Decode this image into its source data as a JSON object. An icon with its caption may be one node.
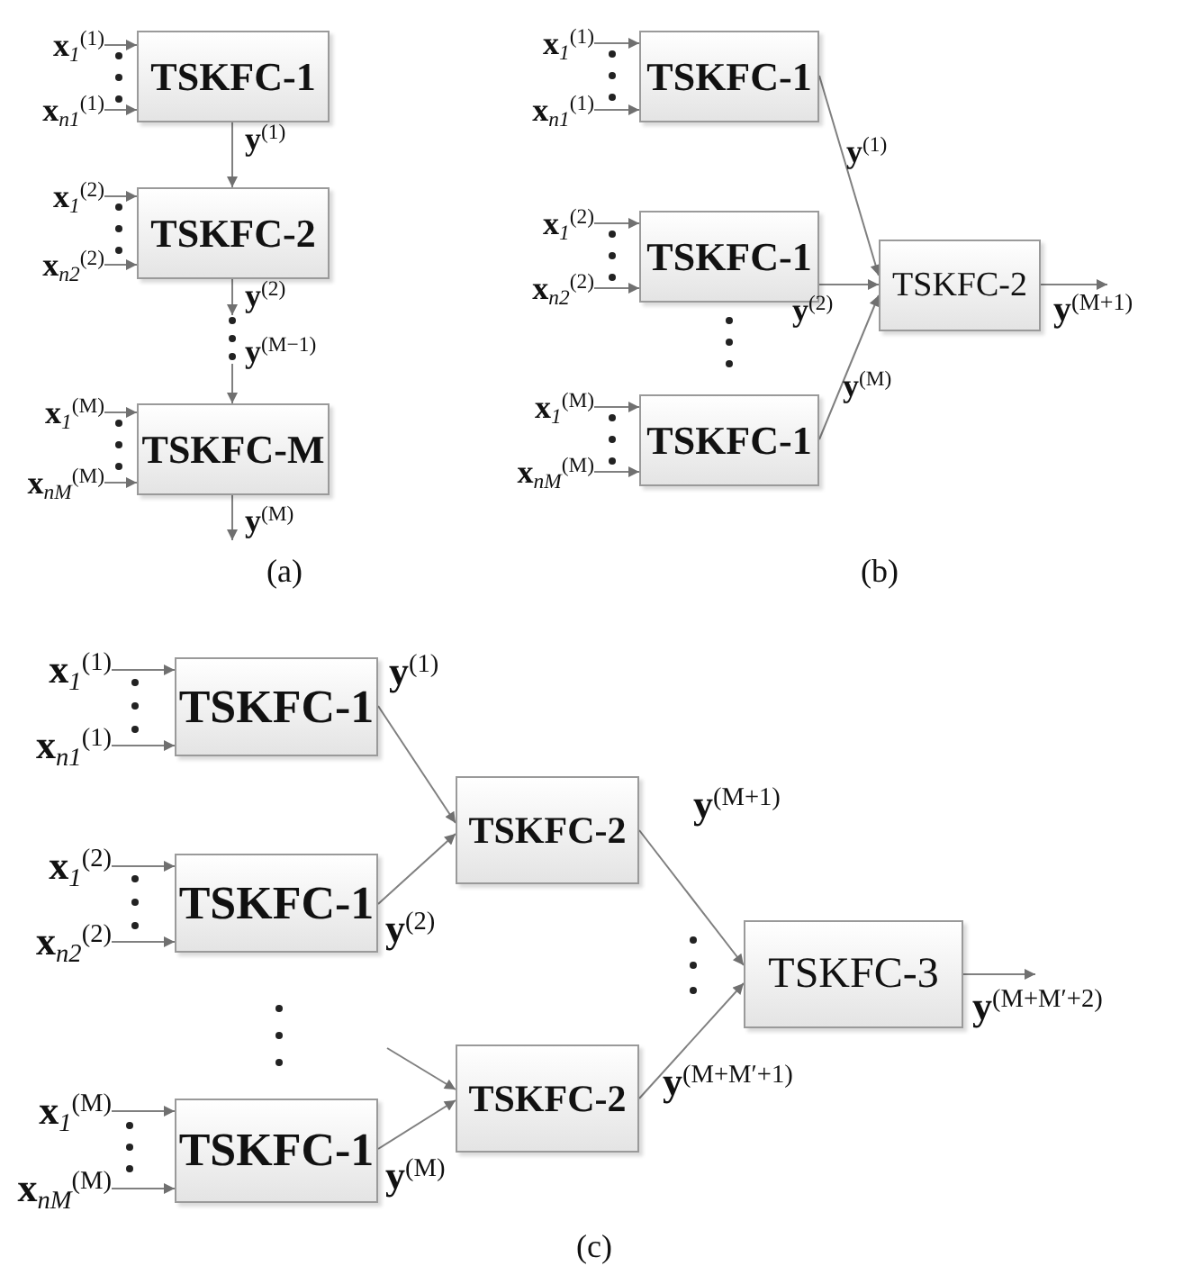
{
  "diagram": {
    "nodes": [
      {
        "text": [
          "**x**$_{1}$$^{(1)}$"
        ]
      },
      {
        "text": [
          "**x**$_{n1}$$^{(1)}$"
        ]
      },
      {
        "text": [
          "TSKFC-1"
        ]
      },
      {
        "text": [
          "**x**$_{1}$$^{(2)}$"
        ]
      },
      {
        "text": [
          "**x**$_{n2}$$^{(2)}$"
        ]
      },
      {
        "text": [
          "TSKFC-2"
        ]
      },
      {
        "text": [
          "**x**$_{1}$$^{(M)}$"
        ]
      },
      {
        "text": [
          "**x**$_{nM}$$^{(M)}$"
        ]
      },
      {
        "text": [
          "TSKFC-M"
        ]
      },
      {
        "text": [
          "**x**$_{1}$$^{(1)}$"
        ]
      },
      {
        "text": [
          "**x**$_{n1}$$^{(1)}$"
        ]
      },
      {
        "text": [
          "TSKFC-1"
        ]
      },
      {
        "text": [
          "**x**$_{1}$$^{(2)}$"
        ]
      },
      {
        "text": [
          "**x**$_{n2}$$^{(2)}$"
        ]
      },
      {
        "text": [
          "TSKFC-1"
        ]
      },
      {
        "text": [
          "**x**$_{1}$$^{(M)}$"
        ]
      },
      {
        "text": [
          "**x**$_{nM}$$^{(M)}$"
        ]
      },
      {
        "text": [
          "TSKFC-1"
        ]
      },
      {
        "text": [
          "TSKFC-2"
        ]
      },
      {
        "text": [
          "**x**$_{1}$$^{(1)}$"
        ]
      },
      {
        "text": [
          "**x**$_{n1}$$^{(1)}$"
        ]
      },
      {
        "text": [
          "TSKFC-1"
        ]
      },
      {
        "text": [
          "**x**$_{1}$$^{(2)}$"
        ]
      },
      {
        "text": [
          "**x**$_{n2}$$^{(2)}$"
        ]
      },
      {
        "text": [
          "TSKFC-1"
        ]
      },
      {
        "text": [
          "**x**$_{1}$$^{(M)}$"
        ]
      },
      {
        "text": [
          "**x**$_{nM}$$^{(M)}$"
        ]
      },
      {
        "text": [
          "TSKFC-1"
        ]
      },
      {
        "text": [
          "TSKFC-2"
        ]
      },
      {
        "text": [
          "TSKFC-2"
        ]
      },
      {
        "text": [
          "TSKFC-3"
        ]
      }
    ],
    "edges": [
      {
        "from": 0,
        "to": 2,
        "arrow": "to"
      },
      {
        "from": 1,
        "to": 2,
        "arrow": "to"
      },
      {
        "from": 3,
        "to": 5,
        "arrow": "to"
      },
      {
        "from": 4,
        "to": 5,
        "arrow": "to"
      },
      {
        "from": 6,
        "to": 8,
        "arrow": "to"
      },
      {
        "from": 7,
        "to": 8,
        "arrow": "to"
      },
      {
        "from": 2,
        "to": 5,
        "arrow": "to",
        "label": "**y**$^{(1)}$"
      },
      {
        "from": 5,
        "to": null,
        "arrow": "to",
        "label": "**y**$^{(2)}$"
      },
      {
        "from": null,
        "to": 8,
        "arrow": "to",
        "label": "**y**$^{(M−1)}$"
      },
      {
        "from": 8,
        "to": null,
        "arrow": "to",
        "label": "**y**$^{(M)}$"
      },
      {
        "from": 9,
        "to": 11,
        "arrow": "to"
      },
      {
        "from": 10,
        "to": 11,
        "arrow": "to"
      },
      {
        "from": 12,
        "to": 14,
        "arrow": "to"
      },
      {
        "from": 13,
        "to": 14,
        "arrow": "to"
      },
      {
        "from": 15,
        "to": 17,
        "arrow": "to"
      },
      {
        "from": 16,
        "to": 17,
        "arrow": "to"
      },
      {
        "from": 11,
        "to": 18,
        "arrow": "to",
        "label": "**y**$^{(1)}$"
      },
      {
        "from": 14,
        "to": 18,
        "arrow": "to",
        "label": "**y**$^{(2)}$"
      },
      {
        "from": 17,
        "to": 18,
        "arrow": "to",
        "label": "**y**$^{(M)}$"
      },
      {
        "from": 18,
        "to": null,
        "arrow": "to",
        "label": "**y**$^{(M+1)}$"
      },
      {
        "from": 19,
        "to": 21,
        "arrow": "to"
      },
      {
        "from": 20,
        "to": 21,
        "arrow": "to"
      },
      {
        "from": 22,
        "to": 24,
        "arrow": "to"
      },
      {
        "from": 23,
        "to": 24,
        "arrow": "to"
      },
      {
        "from": 25,
        "to": 27,
        "arrow": "to"
      },
      {
        "from": 26,
        "to": 27,
        "arrow": "to"
      },
      {
        "from": 21,
        "to": 28,
        "arrow": "to",
        "label": "**y**$^{(1)}$"
      },
      {
        "from": 24,
        "to": 28,
        "arrow": "to",
        "label": "**y**$^{(2)}$"
      },
      {
        "from": null,
        "to": 29,
        "arrow": "to"
      },
      {
        "from": 27,
        "to": 29,
        "arrow": "to",
        "label": "**y**$^{(M)}$"
      },
      {
        "from": 28,
        "to": 30,
        "arrow": "to",
        "label": "**y**$^{(M+1)}$"
      },
      {
        "from": 29,
        "to": 30,
        "arrow": "to",
        "label": "**y**$^{(M+M′+1)}$"
      },
      {
        "from": 30,
        "to": null,
        "arrow": "to",
        "label": "**y**$^{(M+M′+2)}$"
      }
    ],
    "labels": [
      "(a)",
      "(b)",
      "(c)"
    ]
  }
}
